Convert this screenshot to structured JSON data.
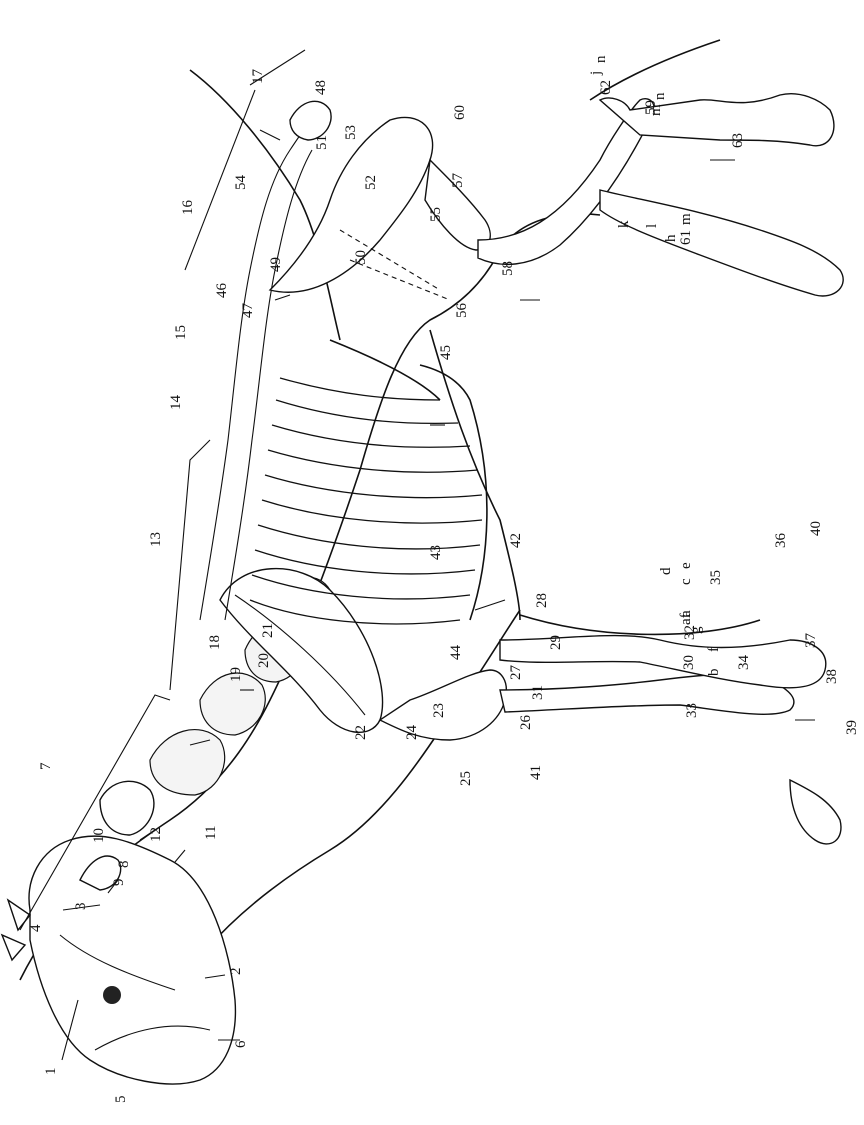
{
  "colors": {
    "line": "#111111",
    "background": "#ffffff",
    "bone_shade": "#f4f4f4"
  },
  "labels": [
    {
      "id": "l1",
      "text": "1"
    },
    {
      "id": "l2",
      "text": "2"
    },
    {
      "id": "l3",
      "text": "3"
    },
    {
      "id": "l4",
      "text": "4"
    },
    {
      "id": "l5",
      "text": "5"
    },
    {
      "id": "l6",
      "text": "6"
    },
    {
      "id": "l7",
      "text": "7"
    },
    {
      "id": "l8",
      "text": "8"
    },
    {
      "id": "l9",
      "text": "9"
    },
    {
      "id": "l10",
      "text": "10"
    },
    {
      "id": "l11",
      "text": "11"
    },
    {
      "id": "l12",
      "text": "12"
    },
    {
      "id": "l13",
      "text": "13"
    },
    {
      "id": "l14",
      "text": "14"
    },
    {
      "id": "l15",
      "text": "15"
    },
    {
      "id": "l16",
      "text": "16"
    },
    {
      "id": "l17",
      "text": "17"
    },
    {
      "id": "l18",
      "text": "18"
    },
    {
      "id": "l19",
      "text": "19"
    },
    {
      "id": "l20",
      "text": "20"
    },
    {
      "id": "l21",
      "text": "21"
    },
    {
      "id": "l22",
      "text": "22"
    },
    {
      "id": "l23",
      "text": "23"
    },
    {
      "id": "l24",
      "text": "24"
    },
    {
      "id": "l25",
      "text": "25"
    },
    {
      "id": "l26",
      "text": "26"
    },
    {
      "id": "l27",
      "text": "27"
    },
    {
      "id": "l28",
      "text": "28"
    },
    {
      "id": "l29",
      "text": "29"
    },
    {
      "id": "l30",
      "text": "30"
    },
    {
      "id": "l31",
      "text": "31"
    },
    {
      "id": "l32",
      "text": "32"
    },
    {
      "id": "l33",
      "text": "33"
    },
    {
      "id": "l34",
      "text": "34"
    },
    {
      "id": "l35",
      "text": "35"
    },
    {
      "id": "l36",
      "text": "36"
    },
    {
      "id": "l37",
      "text": "37"
    },
    {
      "id": "l38",
      "text": "38"
    },
    {
      "id": "l39",
      "text": "39"
    },
    {
      "id": "l40",
      "text": "40"
    },
    {
      "id": "l41",
      "text": "41"
    },
    {
      "id": "l42",
      "text": "42"
    },
    {
      "id": "l43",
      "text": "43"
    },
    {
      "id": "l44",
      "text": "44"
    },
    {
      "id": "l45",
      "text": "45"
    },
    {
      "id": "l46",
      "text": "46"
    },
    {
      "id": "l47",
      "text": "47"
    },
    {
      "id": "l48",
      "text": "48"
    },
    {
      "id": "l49",
      "text": "49"
    },
    {
      "id": "l50",
      "text": "50"
    },
    {
      "id": "l51",
      "text": "51"
    },
    {
      "id": "l52",
      "text": "52"
    },
    {
      "id": "l53",
      "text": "53"
    },
    {
      "id": "l54",
      "text": "54"
    },
    {
      "id": "l55",
      "text": "55"
    },
    {
      "id": "l56",
      "text": "56"
    },
    {
      "id": "l57",
      "text": "57"
    },
    {
      "id": "l58",
      "text": "58"
    },
    {
      "id": "l59",
      "text": "59"
    },
    {
      "id": "l60",
      "text": "60"
    },
    {
      "id": "l61",
      "text": "61"
    },
    {
      "id": "l62",
      "text": "62"
    },
    {
      "id": "l63",
      "text": "63"
    },
    {
      "id": "la",
      "text": "a"
    },
    {
      "id": "lb",
      "text": "b"
    },
    {
      "id": "lc",
      "text": "c"
    },
    {
      "id": "ld",
      "text": "d"
    },
    {
      "id": "le",
      "text": "e"
    },
    {
      "id": "lf",
      "text": "f"
    },
    {
      "id": "laf",
      "text": "af"
    },
    {
      "id": "lg",
      "text": "g"
    },
    {
      "id": "lh",
      "text": "h"
    },
    {
      "id": "lj",
      "text": "j"
    },
    {
      "id": "lk",
      "text": "k"
    },
    {
      "id": "ll",
      "text": "l"
    },
    {
      "id": "lm",
      "text": "m"
    },
    {
      "id": "lm2",
      "text": "m"
    },
    {
      "id": "ln",
      "text": "n"
    },
    {
      "id": "ln2",
      "text": "n"
    }
  ]
}
